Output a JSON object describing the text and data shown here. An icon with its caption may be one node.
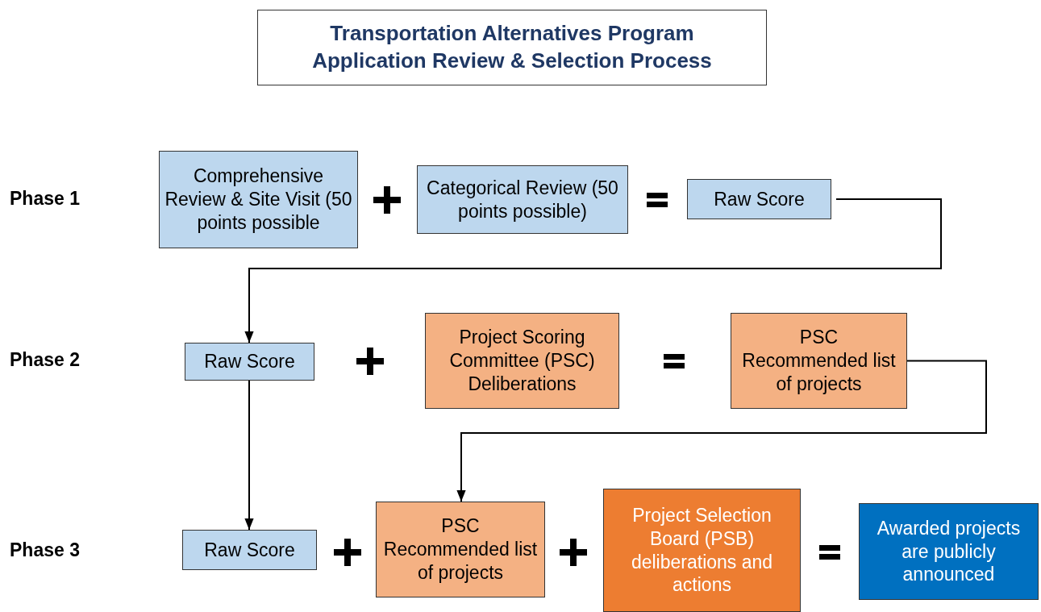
{
  "diagram": {
    "title": "Transportation Alternatives Program Application Review & Selection Process",
    "nodes": [
      {
        "text": [
          "Comprehensive Review & Site Visit (50 points possible"
        ]
      },
      {
        "text": [
          "Categorical Review (50 points possible)"
        ]
      },
      {
        "text": [
          "Raw Score"
        ]
      },
      {
        "text": [
          "Raw Score"
        ]
      },
      {
        "text": [
          "Project Scoring Committee (PSC) Deliberations"
        ]
      },
      {
        "text": [
          "PSC Recommended list of projects"
        ]
      },
      {
        "text": [
          "Raw Score"
        ]
      },
      {
        "text": [
          "PSC Recommended list of projects"
        ]
      },
      {
        "text": [
          "Project Selection Board (PSB) deliberations and actions"
        ]
      },
      {
        "text": [
          "Awarded projects are publicly announced"
        ]
      }
    ],
    "edges": [
      {
        "from": 2,
        "to": 3,
        "arrow": "to"
      },
      {
        "from": 3,
        "to": 6,
        "arrow": "to"
      },
      {
        "from": 5,
        "to": 7,
        "arrow": "to"
      }
    ],
    "labels": [
      "Phase 1",
      "Phase 2",
      "Phase 3"
    ]
  }
}
